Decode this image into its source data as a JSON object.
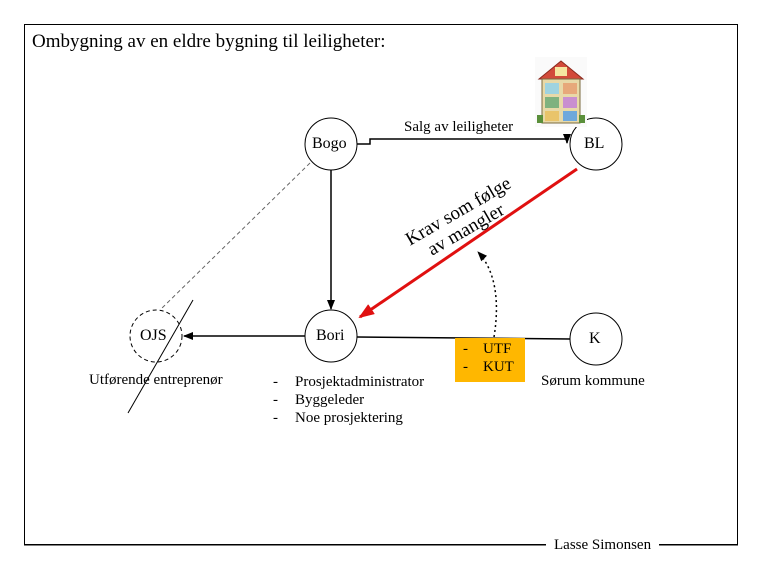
{
  "slide": {
    "title": "Ombygning av en eldre bygning til leiligheter:",
    "author": "Lasse Simonsen"
  },
  "nodes": {
    "bogo": "Bogo",
    "bl": "BL",
    "ojs": "OJS",
    "bori": "Bori",
    "k": "K"
  },
  "edge_labels": {
    "salg": "Salg av leiligheter",
    "krav_line1": "Krav som følge",
    "krav_line2": "av mangler"
  },
  "captions": {
    "ojs": "Utførende entreprenør",
    "k": "Sørum kommune"
  },
  "bori_roles": [
    {
      "dash": "-",
      "text": "Prosjektadministrator"
    },
    {
      "dash": "-",
      "text": "Byggeleder"
    },
    {
      "dash": "-",
      "text": "Noe prosjektering"
    }
  ],
  "utf_box": {
    "color": "#ffb700",
    "items": [
      {
        "dash": "-",
        "text": "UTF"
      },
      {
        "dash": "-",
        "text": "KUT"
      }
    ]
  },
  "colors": {
    "red_arrow": "#e01010"
  },
  "icons": [
    "house-illustration"
  ]
}
